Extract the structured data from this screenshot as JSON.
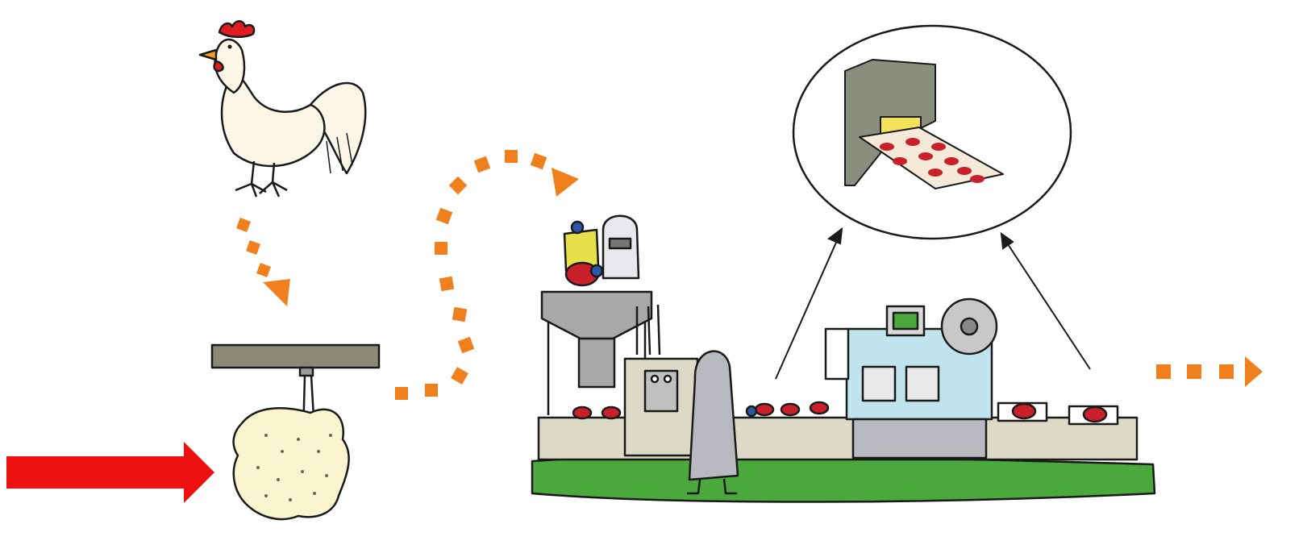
{
  "diagram": {
    "stages": [
      {
        "id": "live-chicken",
        "icon": "rooster-icon"
      },
      {
        "id": "plucked-carcass",
        "icon": "hanging-carcass-icon"
      },
      {
        "id": "processing-line",
        "icon": "factory-conveyor-icon"
      },
      {
        "id": "slicing-machine-detail",
        "icon": "magnifier-circle-icon"
      },
      {
        "id": "packaged-meat",
        "icon": "meat-package-icon"
      }
    ],
    "colors": {
      "flow_arrow": "#f07f1e",
      "highlight_arrow": "#ee1111",
      "belt": "#dcdac6",
      "grass": "#4aa83c",
      "machine_glass": "#bfe4ee",
      "meat": "#c9202c",
      "outline": "#1a1a1a"
    },
    "highlight_target": "plucked-carcass"
  }
}
